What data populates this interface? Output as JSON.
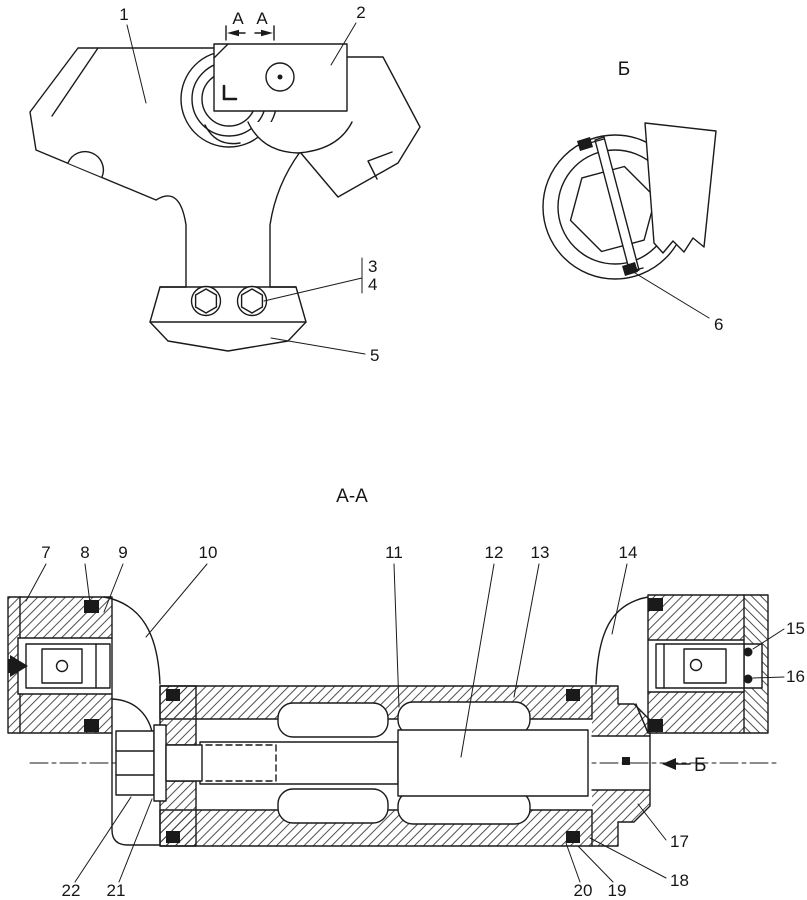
{
  "colors": {
    "background": "#ffffff",
    "line": "#1a1a1a"
  },
  "front_view": {
    "section_marker": {
      "left": "А",
      "right": "А"
    },
    "callouts": {
      "c1": "1",
      "c2": "2",
      "c3": "3",
      "c4": "4",
      "c5": "5"
    }
  },
  "detail_view": {
    "title": "Б",
    "callouts": {
      "c6": "6"
    }
  },
  "section_view": {
    "title": "А-А",
    "direction_label": "Б",
    "callouts": {
      "c7": "7",
      "c8": "8",
      "c9": "9",
      "c10": "10",
      "c11": "11",
      "c12": "12",
      "c13": "13",
      "c14": "14",
      "c15": "15",
      "c16": "16",
      "c17": "17",
      "c18": "18",
      "c19": "19",
      "c20": "20",
      "c21": "21",
      "c22": "22"
    }
  }
}
